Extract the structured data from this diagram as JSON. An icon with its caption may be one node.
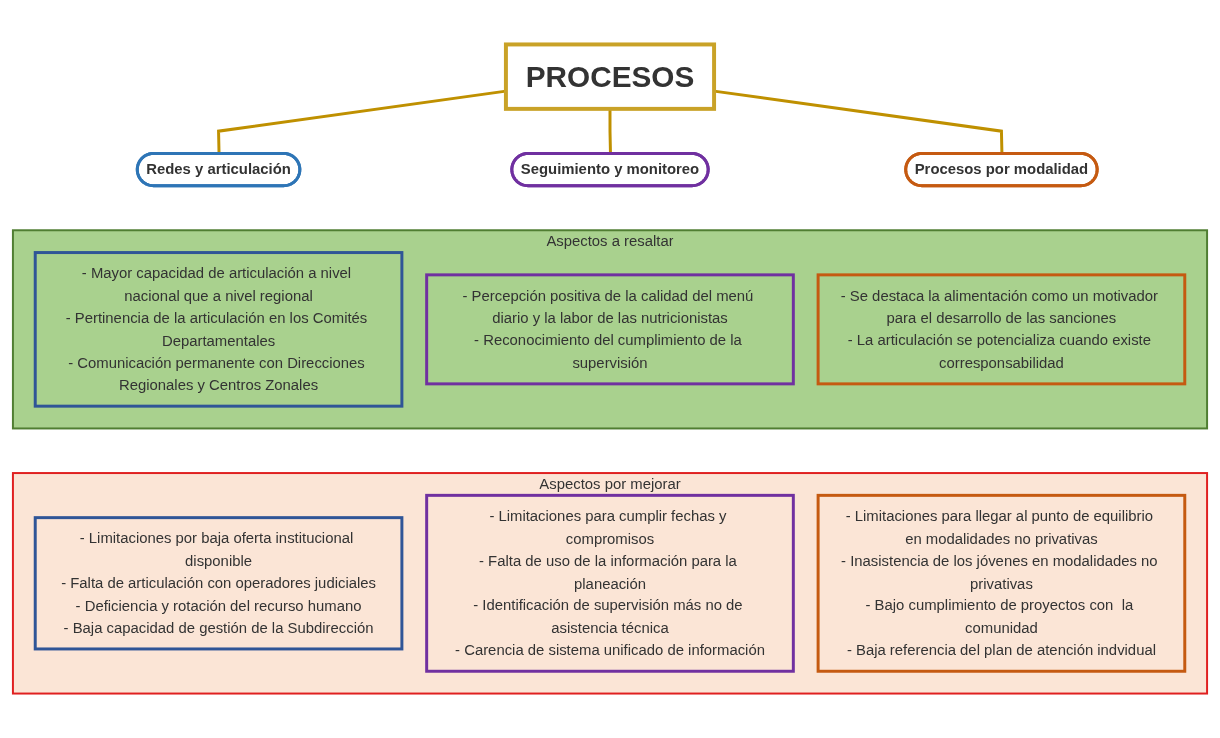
{
  "diagram": {
    "nodes": [
      {
        "text": [
          "PROCESOS"
        ]
      },
      {
        "text": [
          "Redes y articulación"
        ]
      },
      {
        "text": [
          "Seguimiento y monitoreo"
        ]
      },
      {
        "text": [
          "Procesos por modalidad"
        ]
      },
      {
        "text": [
          "Aspectos a resaltar"
        ]
      },
      {
        "text": [
          "- Mayor capacidad de articulación a nivel nacional que a nivel regional",
          "- Pertinencia de la articulación en los Comités Departamentales",
          "- Comunicación permanente con Direcciones Regionales y Centros Zonales"
        ],
        "in": 4
      },
      {
        "text": [
          "- Percepción positiva de la calidad del menú diario y la labor de las nutricionistas",
          "- Reconocimiento del cumplimiento de la supervisión"
        ],
        "in": 4
      },
      {
        "text": [
          "- Se destaca la alimentación como un motivador para el desarrollo de las sanciones",
          "- La articulación se potencializa cuando existe corresponsabilidad"
        ],
        "in": 4
      },
      {
        "text": [
          "Aspectos por mejorar"
        ]
      },
      {
        "text": [
          "- Limitaciones por baja oferta institucional disponible",
          "- Falta de articulación con operadores judiciales",
          "- Deficiencia y rotación del recurso humano",
          "- Baja capacidad de gestión de la Subdirección"
        ],
        "in": 8
      },
      {
        "text": [
          "- Limitaciones para cumplir fechas y compromisos",
          "- Falta de uso de la información para la planeación",
          "- Identificación de supervisión más no de asistencia técnica",
          "- Carencia de sistema unificado de información"
        ],
        "in": 8
      },
      {
        "text": [
          "- Limitaciones para llegar al punto de equilibrio en modalidades no privativas",
          "- Inasistencia de los jóvenes en modalidades no privativas",
          "- Bajo cumplimiento de proyectos con  la comunidad",
          "- Baja referencia del plan de atención indvidual"
        ],
        "in": 8
      }
    ],
    "edges": [
      {
        "from": 0,
        "to": 1,
        "arrow": "none"
      },
      {
        "from": 0,
        "to": 2,
        "arrow": "none"
      },
      {
        "from": 0,
        "to": 3,
        "arrow": "none"
      }
    ]
  }
}
